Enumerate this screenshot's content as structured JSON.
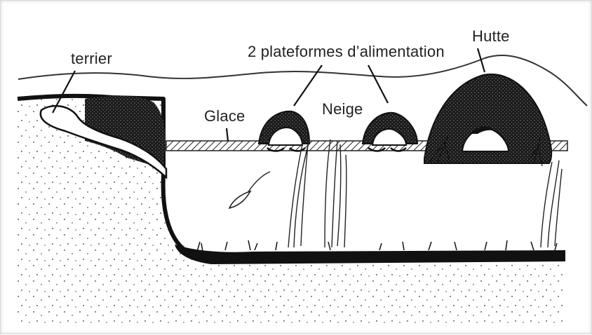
{
  "labels": {
    "burrow": "terrier",
    "platforms": "2 plateformes d’alimentation",
    "hut": "Hutte",
    "ice": "Glace",
    "snow": "Neige"
  }
}
